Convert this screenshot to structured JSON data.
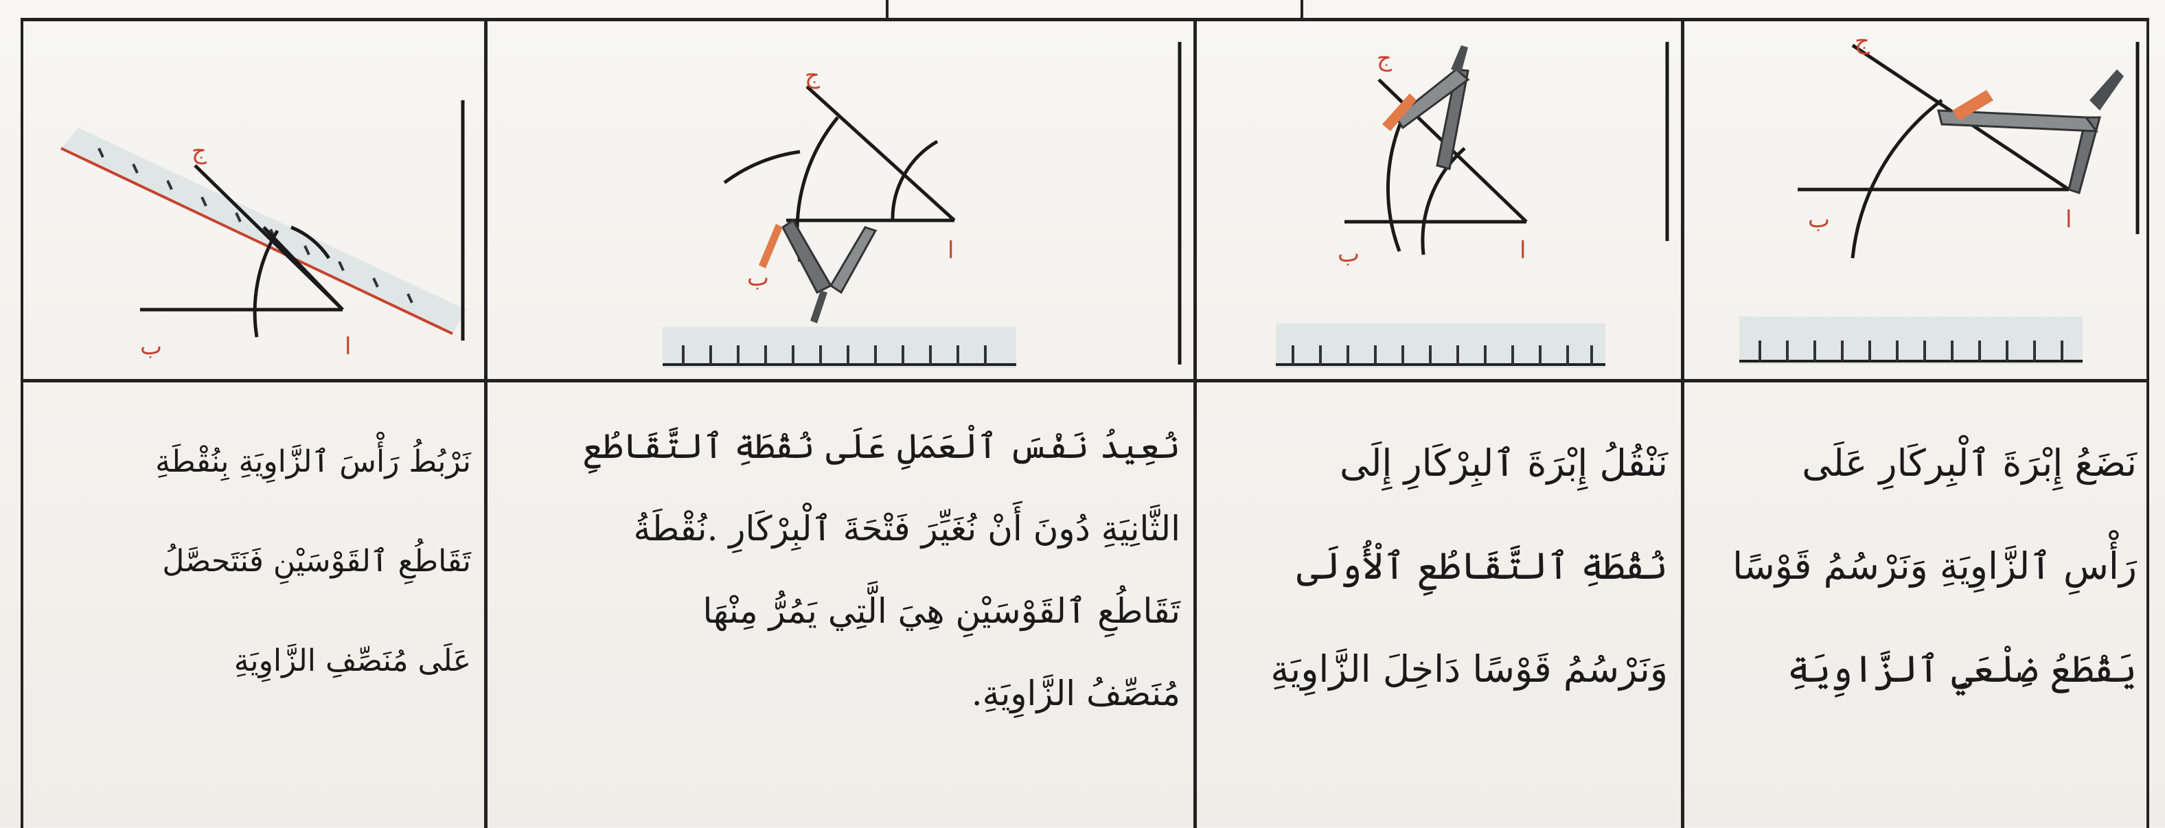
{
  "steps": [
    {
      "id": "step1",
      "labels": {
        "a": "ا",
        "b": "ب",
        "c": "ج"
      },
      "lines": [
        "نَضَعُ إِبْرَةَ ٱلْبِركَارِ عَلَى",
        "رَأْسِ ٱلزَّاوِيَةِ وَنَرْسُمُ قَوْسًا",
        "يَقْطَعُ ضِلْعَيِ ٱلزَّاوِيَةِ"
      ]
    },
    {
      "id": "step2",
      "labels": {
        "a": "ا",
        "b": "ب",
        "c": "ج"
      },
      "lines": [
        "نَنْقُلُ إِبْرَةَ ٱلبِرْكَارِ إِلَى",
        "نُقْطَةِ ٱلتَّقَاطُعِ ٱلْأُولَى",
        "وَنَرْسُمُ قَوْسًا دَاخِلَ الزَّاوِيَةِ"
      ]
    },
    {
      "id": "step3",
      "labels": {
        "a": "ا",
        "b": "ب",
        "c": "ج"
      },
      "lines": [
        "نُعِيدُ نَفْسَ ٱلْعَمَلِ عَلَى نُقْطَةِ ٱلتَّقَاطُعِ",
        "الثَّانِيَةِ دُونَ أَنْ نُغَيِّرَ فَتْحَةَ ٱلْبِرْكَارِ .نُقْطَةُ",
        "تَقَاطُعِ ٱلقَوْسَيْنِ هِيَ الَّتِي يَمُرُّ مِنْهَا",
        "مُنَصِّفُ الزَّاوِيَةِ."
      ]
    },
    {
      "id": "step4",
      "labels": {
        "a": "ا",
        "b": "ب",
        "c": "ج"
      },
      "lines": [
        "نَرْبُطُ رَأْسَ ٱلزَّاوِيَةِ بِنُقْطَةِ",
        "تَقَاطُعِ ٱلقَوْسَيْنِ فَنَتَحصَّلُ",
        "عَلَى مُنَصِّفِ الزَّاوِيَةِ"
      ]
    }
  ],
  "colors": {
    "ink": "#1a1a1a",
    "label": "#c8422e",
    "ruler": "#dfe7e6",
    "compass": "#6d6f73",
    "pencil_tip": "#e27a4a"
  }
}
